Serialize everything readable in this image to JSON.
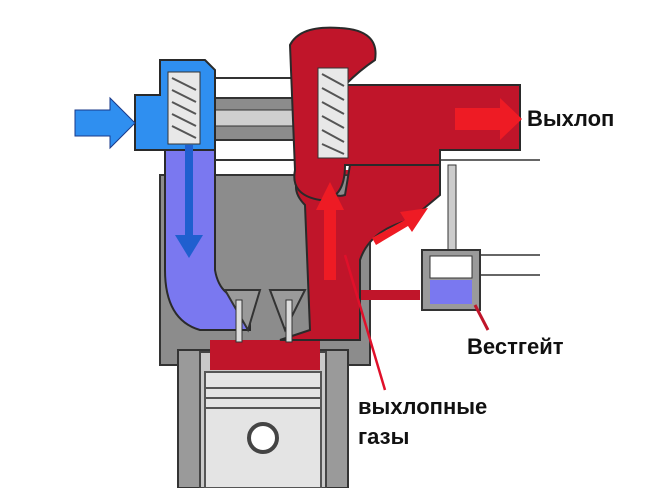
{
  "labels": {
    "exhaust_out": "Выхлоп",
    "wastegate": "Вестгейт",
    "exhaust_gases_line1": "выхлопные",
    "exhaust_gases_line2": "газы"
  },
  "colors": {
    "cold_air": "#2f8ff0",
    "cold_pipe": "#7a78f0",
    "hot_exhaust": "#c0152a",
    "arrow_red": "#ee1b24",
    "body_gray": "#8a8a8a",
    "dark_outline": "#2a2a2a"
  }
}
